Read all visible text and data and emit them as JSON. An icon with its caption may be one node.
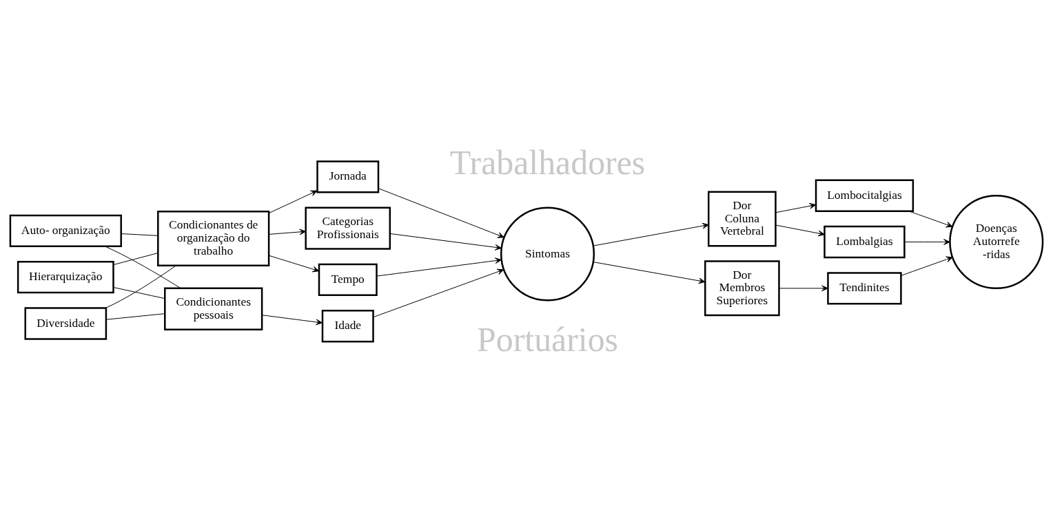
{
  "diagram": {
    "nodes": [
      {
        "text": [
          "Auto- organização"
        ]
      },
      {
        "text": [
          "Hierarquização"
        ]
      },
      {
        "text": [
          "Diversidade"
        ]
      },
      {
        "text": [
          "Condicionantes de organização do trabalho"
        ]
      },
      {
        "text": [
          "Condicionantes pessoais"
        ]
      },
      {
        "text": [
          "Jornada"
        ]
      },
      {
        "text": [
          "Categorias Profissionais"
        ]
      },
      {
        "text": [
          "Tempo"
        ]
      },
      {
        "text": [
          "Idade"
        ]
      },
      {
        "text": [
          "Sintomas"
        ]
      },
      {
        "text": [
          "Dor Coluna Vertebral"
        ]
      },
      {
        "text": [
          "Dor Membros Superiores"
        ]
      },
      {
        "text": [
          "Lombalgias"
        ]
      },
      {
        "text": [
          "Lombocitalgias"
        ]
      },
      {
        "text": [
          "Tendinites"
        ]
      },
      {
        "text": [
          "Doenças Autorrefe -ridas"
        ]
      }
    ],
    "edges": [
      {
        "from": 0,
        "to": 3,
        "arrow": "none"
      },
      {
        "from": 0,
        "to": 4,
        "arrow": "none"
      },
      {
        "from": 1,
        "to": 3,
        "arrow": "none"
      },
      {
        "from": 1,
        "to": 4,
        "arrow": "none"
      },
      {
        "from": 2,
        "to": 3,
        "arrow": "none"
      },
      {
        "from": 2,
        "to": 4,
        "arrow": "none"
      },
      {
        "from": 3,
        "to": 5,
        "arrow": "to"
      },
      {
        "from": 3,
        "to": 6,
        "arrow": "to"
      },
      {
        "from": 3,
        "to": 7,
        "arrow": "to"
      },
      {
        "from": 4,
        "to": 8,
        "arrow": "to"
      },
      {
        "from": 5,
        "to": 9,
        "arrow": "to"
      },
      {
        "from": 6,
        "to": 9,
        "arrow": "to"
      },
      {
        "from": 7,
        "to": 9,
        "arrow": "to"
      },
      {
        "from": 8,
        "to": 9,
        "arrow": "to"
      },
      {
        "from": 9,
        "to": 10,
        "arrow": "to"
      },
      {
        "from": 9,
        "to": 11,
        "arrow": "to"
      },
      {
        "from": 10,
        "to": 12,
        "arrow": "to"
      },
      {
        "from": 10,
        "to": 13,
        "arrow": "to"
      },
      {
        "from": 11,
        "to": 14,
        "arrow": "to"
      },
      {
        "from": 12,
        "to": 15,
        "arrow": "to"
      },
      {
        "from": 13,
        "to": 15,
        "arrow": "to"
      },
      {
        "from": 14,
        "to": 15,
        "arrow": "to"
      }
    ],
    "labels": [
      "Trabalhadores",
      "Portuários"
    ]
  }
}
